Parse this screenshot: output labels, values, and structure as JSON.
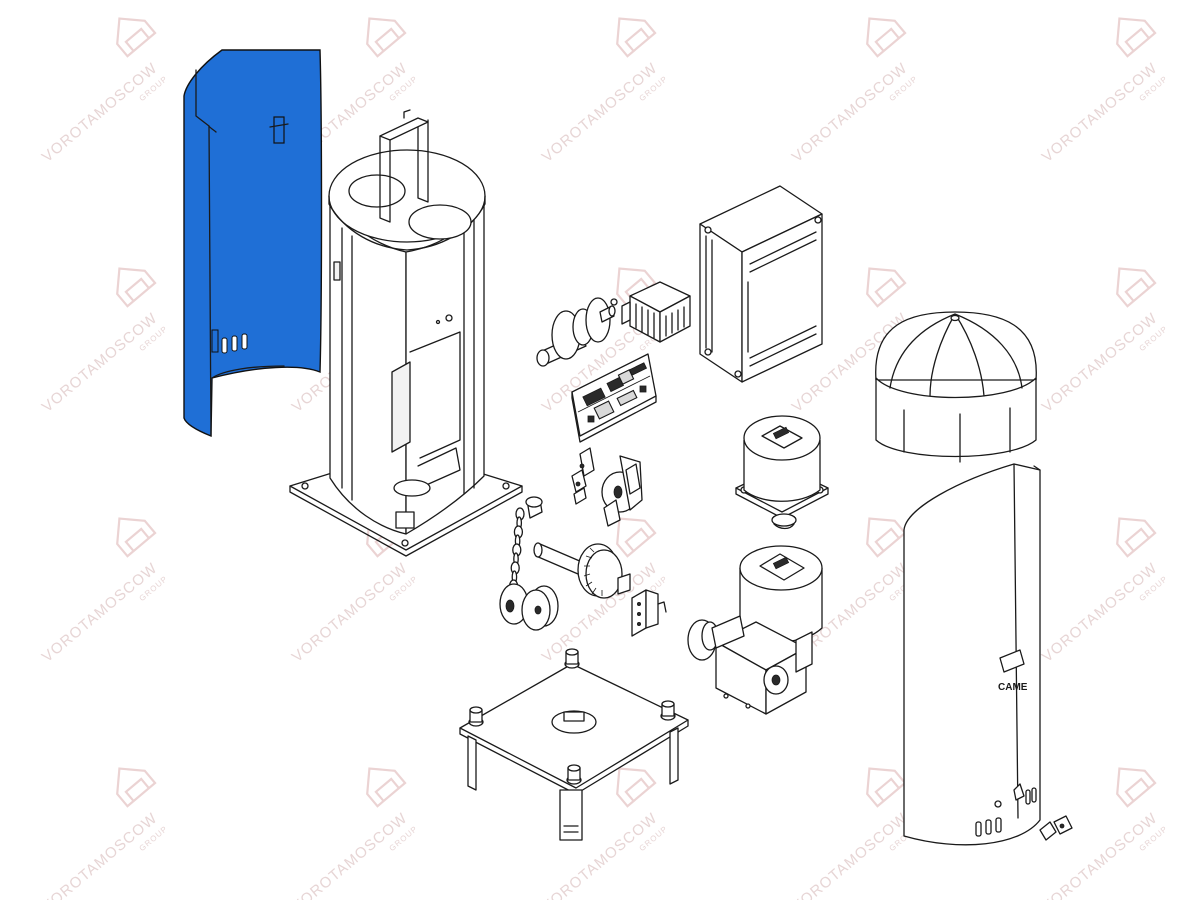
{
  "watermark": {
    "text": "VOROTAMOSCOW",
    "subtext": "GROUP",
    "color": "#e7d5d5"
  },
  "brand_label": "CAME",
  "highlight_color": "#1f6fd6",
  "parts": [
    {
      "name": "rear-cover-panel",
      "highlighted": true
    },
    {
      "name": "upright-frame",
      "highlighted": false
    },
    {
      "name": "transformer",
      "highlighted": false
    },
    {
      "name": "pulley-shaft",
      "highlighted": false
    },
    {
      "name": "control-board",
      "highlighted": false
    },
    {
      "name": "control-box",
      "highlighted": false
    },
    {
      "name": "limit-switch-cams",
      "highlighted": false
    },
    {
      "name": "encoder-motor",
      "highlighted": false
    },
    {
      "name": "chain",
      "highlighted": false
    },
    {
      "name": "drive-shaft-gear",
      "highlighted": false
    },
    {
      "name": "bracket",
      "highlighted": false
    },
    {
      "name": "gearmotor",
      "highlighted": false
    },
    {
      "name": "anchor-plate",
      "highlighted": false
    },
    {
      "name": "dome-cap",
      "highlighted": false
    },
    {
      "name": "front-cover-panel",
      "highlighted": false
    },
    {
      "name": "lock-key",
      "highlighted": false
    }
  ]
}
